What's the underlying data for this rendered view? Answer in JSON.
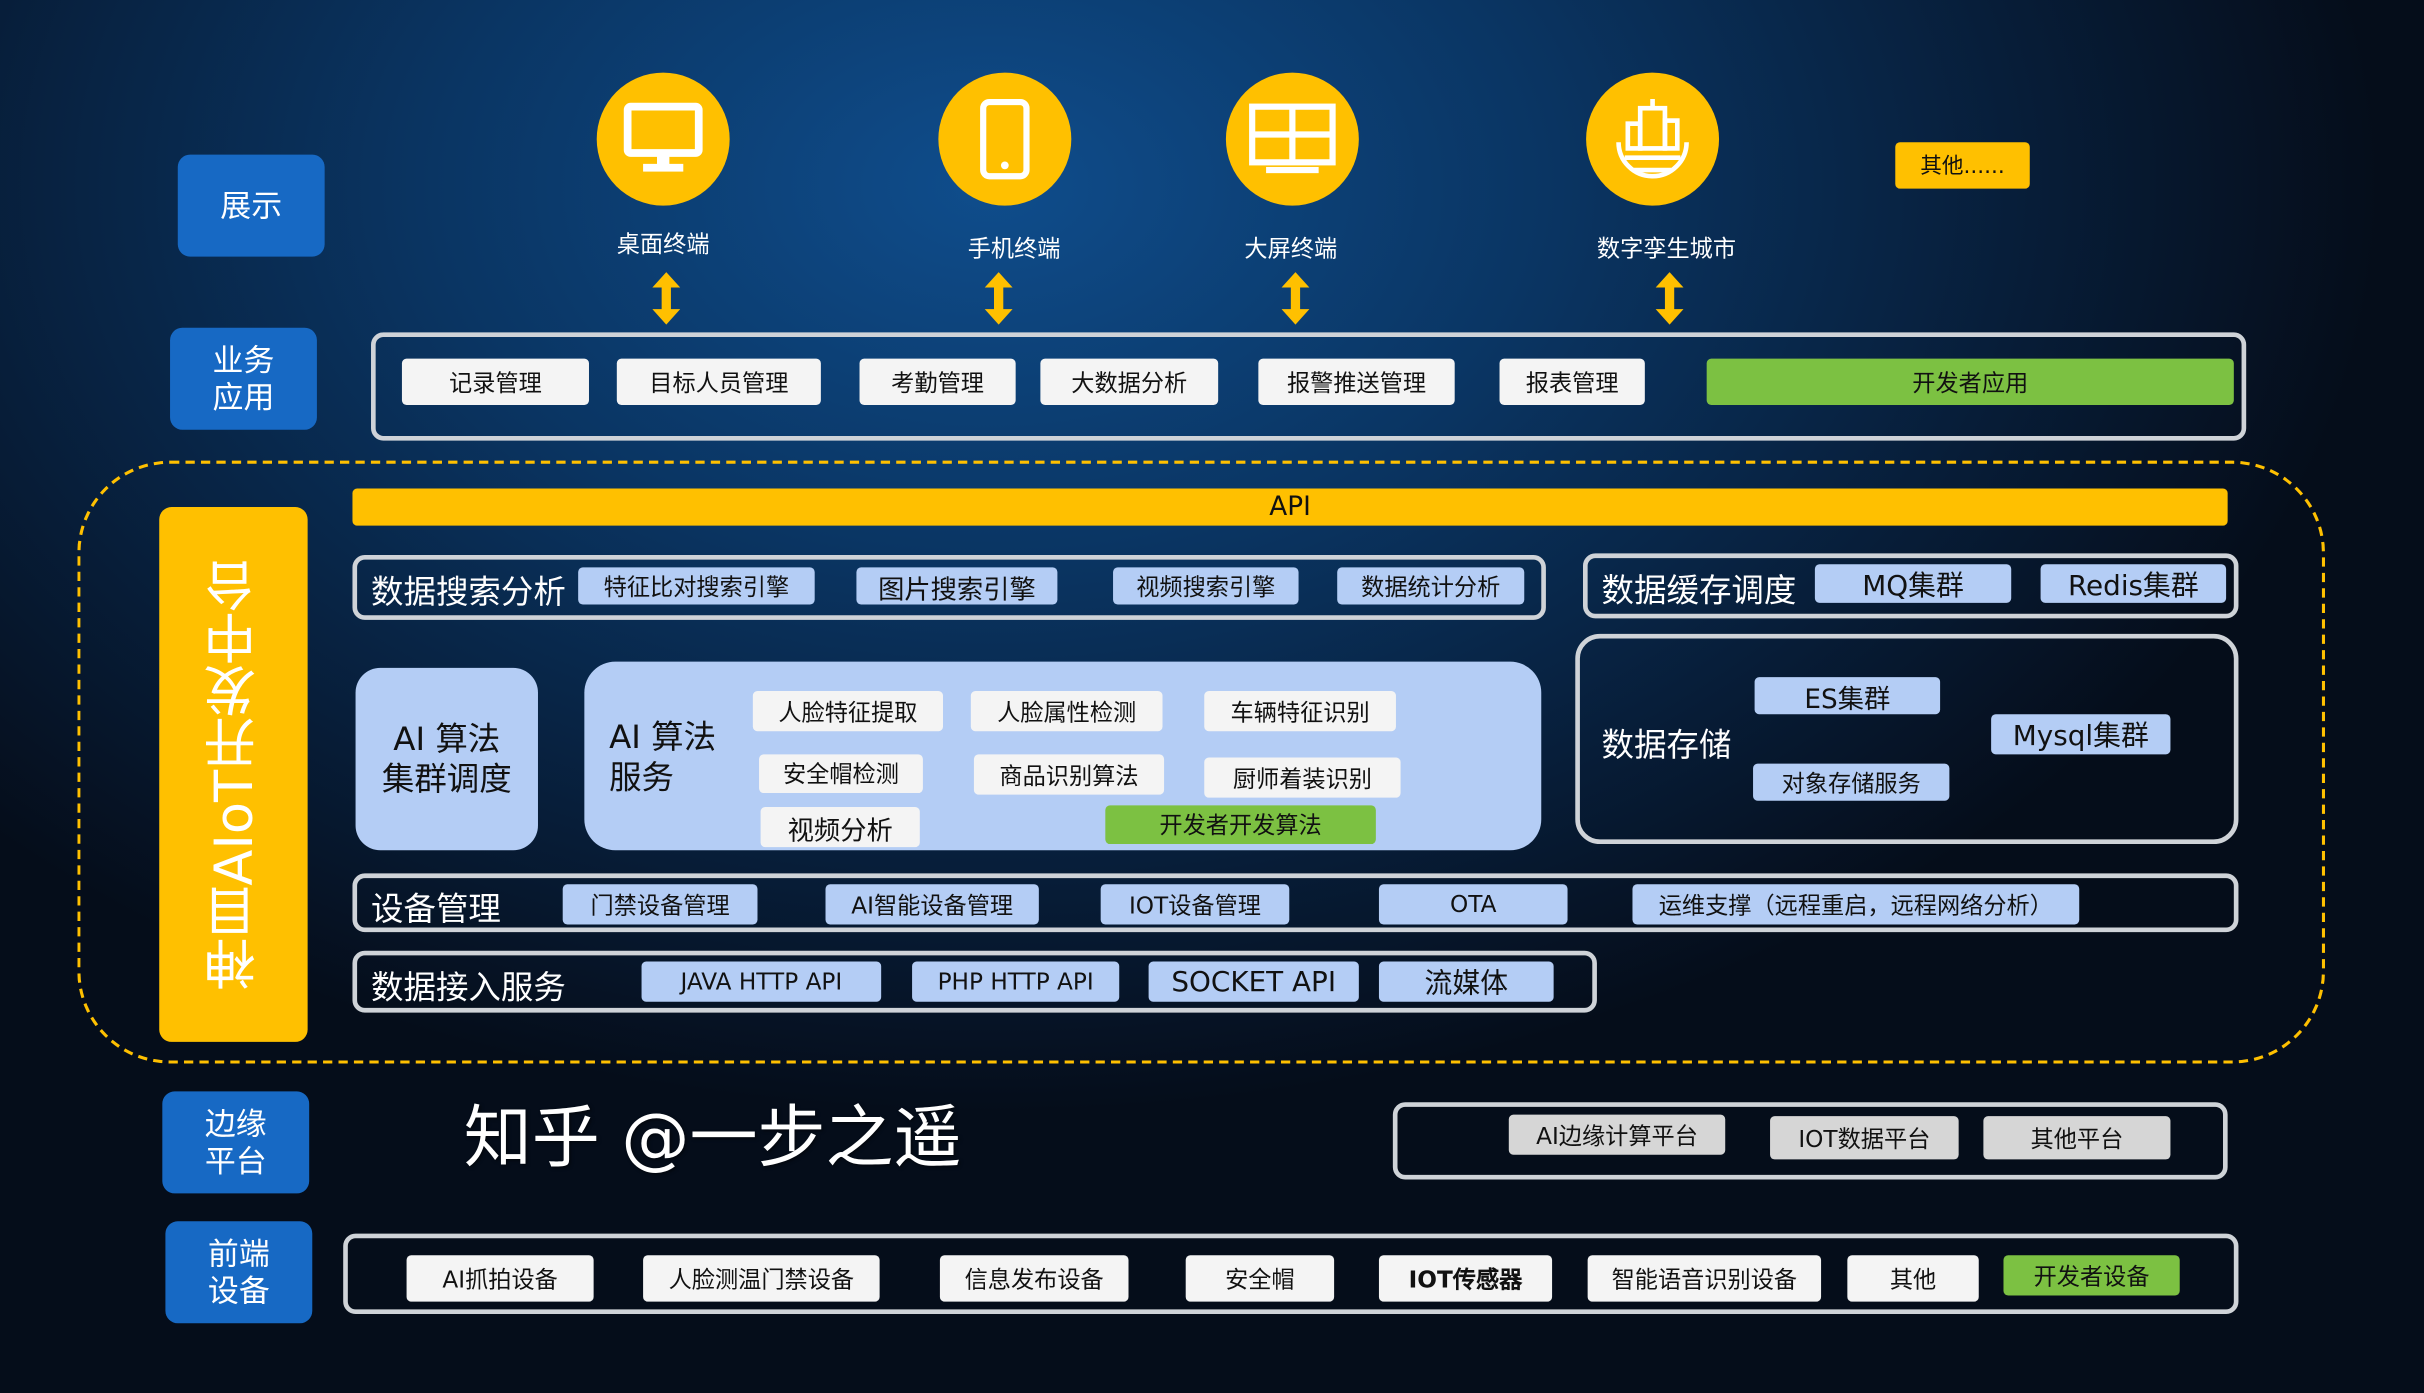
{
  "layers": {
    "display": "展示",
    "business": "业务\n应用",
    "edge": "边缘\n平台",
    "frontend": "前端\n设备",
    "platform": "神目AIoT开发中台"
  },
  "display_items": [
    {
      "label": "桌面终端",
      "icon": "desktop-icon"
    },
    {
      "label": "手机终端",
      "icon": "mobile-icon"
    },
    {
      "label": "大屏终端",
      "icon": "big-screen-icon"
    },
    {
      "label": "数字孪生城市",
      "icon": "city-globe-icon"
    }
  ],
  "display_other": "其他......",
  "business_items": [
    "记录管理",
    "目标人员管理",
    "考勤管理",
    "大数据分析",
    "报警推送管理",
    "报表管理",
    "开发者应用"
  ],
  "api": "API",
  "search": {
    "title": "数据搜索分析",
    "items": [
      "特征比对搜索引擎",
      "图片搜索引擎",
      "视频搜索引擎",
      "数据统计分析"
    ]
  },
  "cache": {
    "title": "数据缓存调度",
    "items": [
      "MQ集群",
      "Redis集群"
    ]
  },
  "ai_cluster": "AI 算法\n集群调度",
  "ai_service": {
    "title": "AI 算法\n服务",
    "items": [
      "人脸特征提取",
      "人脸属性检测",
      "车辆特征识别",
      "安全帽检测",
      "商品识别算法",
      "厨师着装识别",
      "视频分析",
      "开发者开发算法"
    ]
  },
  "storage": {
    "title": "数据存储",
    "items": [
      "ES集群",
      "对象存储服务",
      "Mysql集群"
    ]
  },
  "device_mgmt": {
    "title": "设备管理",
    "items": [
      "门禁设备管理",
      "AI智能设备管理",
      "IOT设备管理",
      "OTA",
      "运维支撑（远程重启，远程网络分析）"
    ]
  },
  "data_access": {
    "title": "数据接入服务",
    "items": [
      "JAVA HTTP API",
      "PHP HTTP API",
      "SOCKET API",
      "流媒体"
    ]
  },
  "edge_items": [
    "AI边缘计算平台",
    "IOT数据平台",
    "其他平台"
  ],
  "frontend_items": [
    "AI抓拍设备",
    "人脸测温门禁设备",
    "信息发布设备",
    "安全帽",
    "IOT传感器",
    "智能语音识别设备",
    "其他",
    "开发者设备"
  ],
  "watermark": "知乎 @一步之遥",
  "colors": {
    "accent_yellow": "#ffc000",
    "layer_blue": "#1769c4",
    "chip_blue": "#b4cdf5",
    "developer_green": "#7cc142"
  }
}
